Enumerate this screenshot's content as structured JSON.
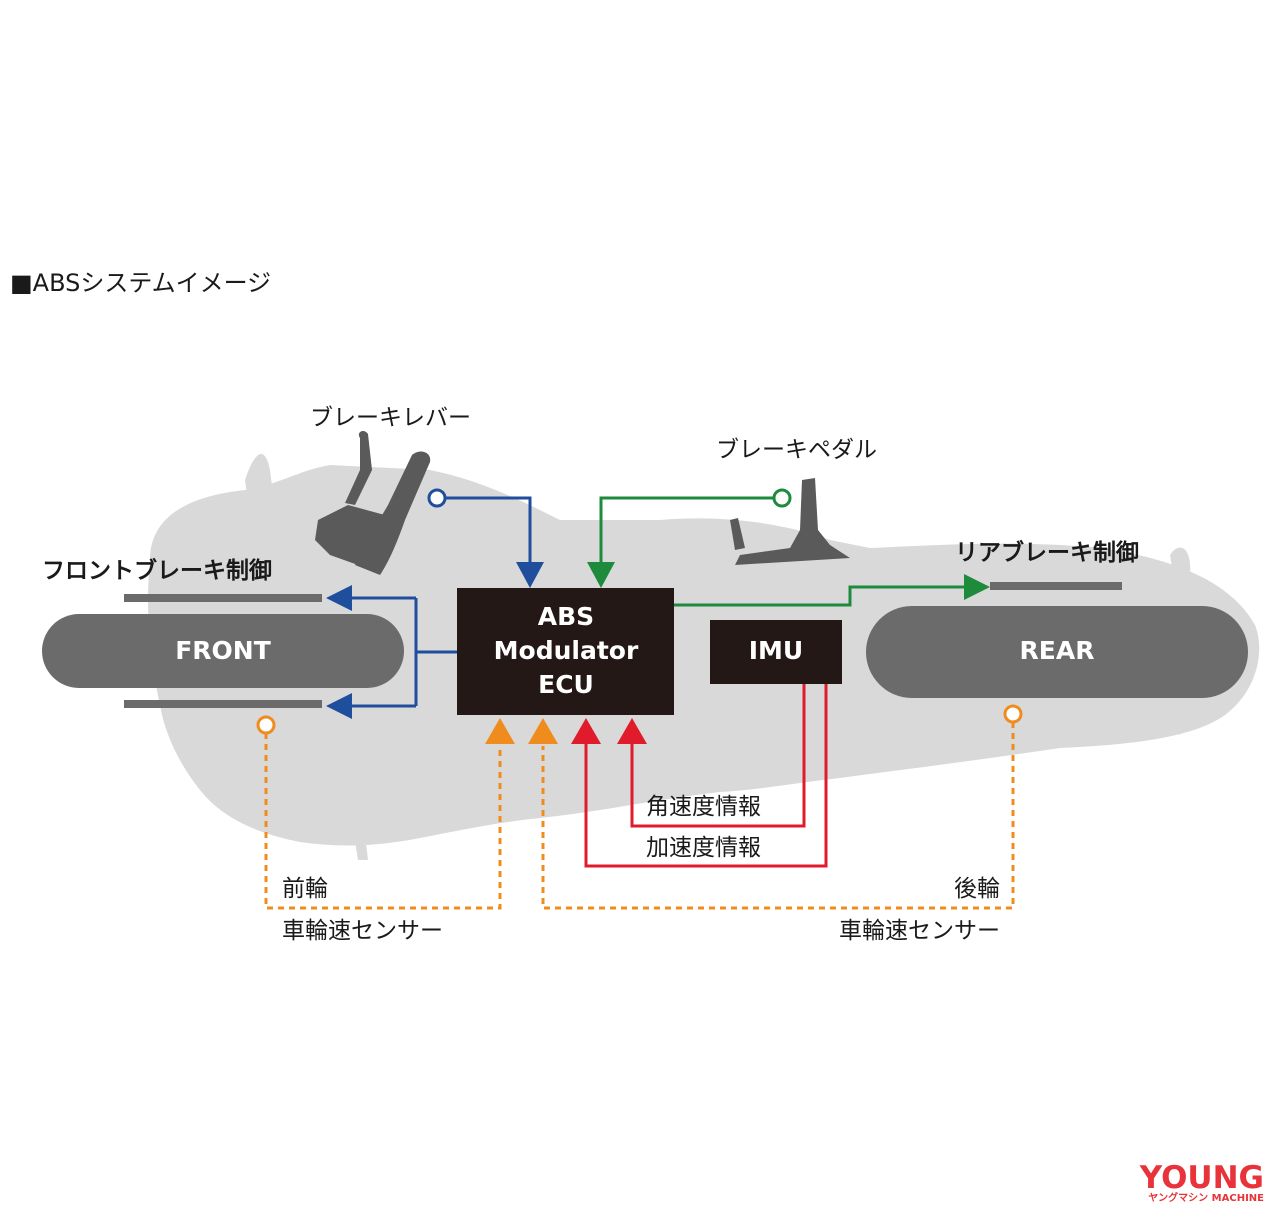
{
  "title": "■ABSシステムイメージ",
  "components": {
    "brake_lever": "ブレーキレバー",
    "brake_pedal": "ブレーキペダル",
    "front_control": "フロントブレーキ制御",
    "rear_control": "リアブレーキ制御",
    "ecu_lines": [
      "ABS",
      "Modulator",
      "ECU"
    ],
    "imu": "IMU",
    "front_wheel": "FRONT",
    "rear_wheel": "REAR"
  },
  "signals": {
    "angular_velocity": "角速度情報",
    "acceleration": "加速度情報",
    "front_sensor_pos": "前輪",
    "front_sensor_name": "車輪速センサー",
    "rear_sensor_pos": "後輪",
    "rear_sensor_name": "車輪速センサー"
  },
  "logo": {
    "main": "YOUNG",
    "sub": "ヤングマシン MACHINE"
  },
  "colors": {
    "front_brake_line": "#1f4e9c",
    "rear_brake_line": "#1e8a3c",
    "imu_signal": "#e01b2b",
    "wheel_speed_signal": "#f08c1e",
    "ecu_box": "#231815",
    "wheel": "#6b6b6b",
    "silhouette": "#d9d9da"
  }
}
